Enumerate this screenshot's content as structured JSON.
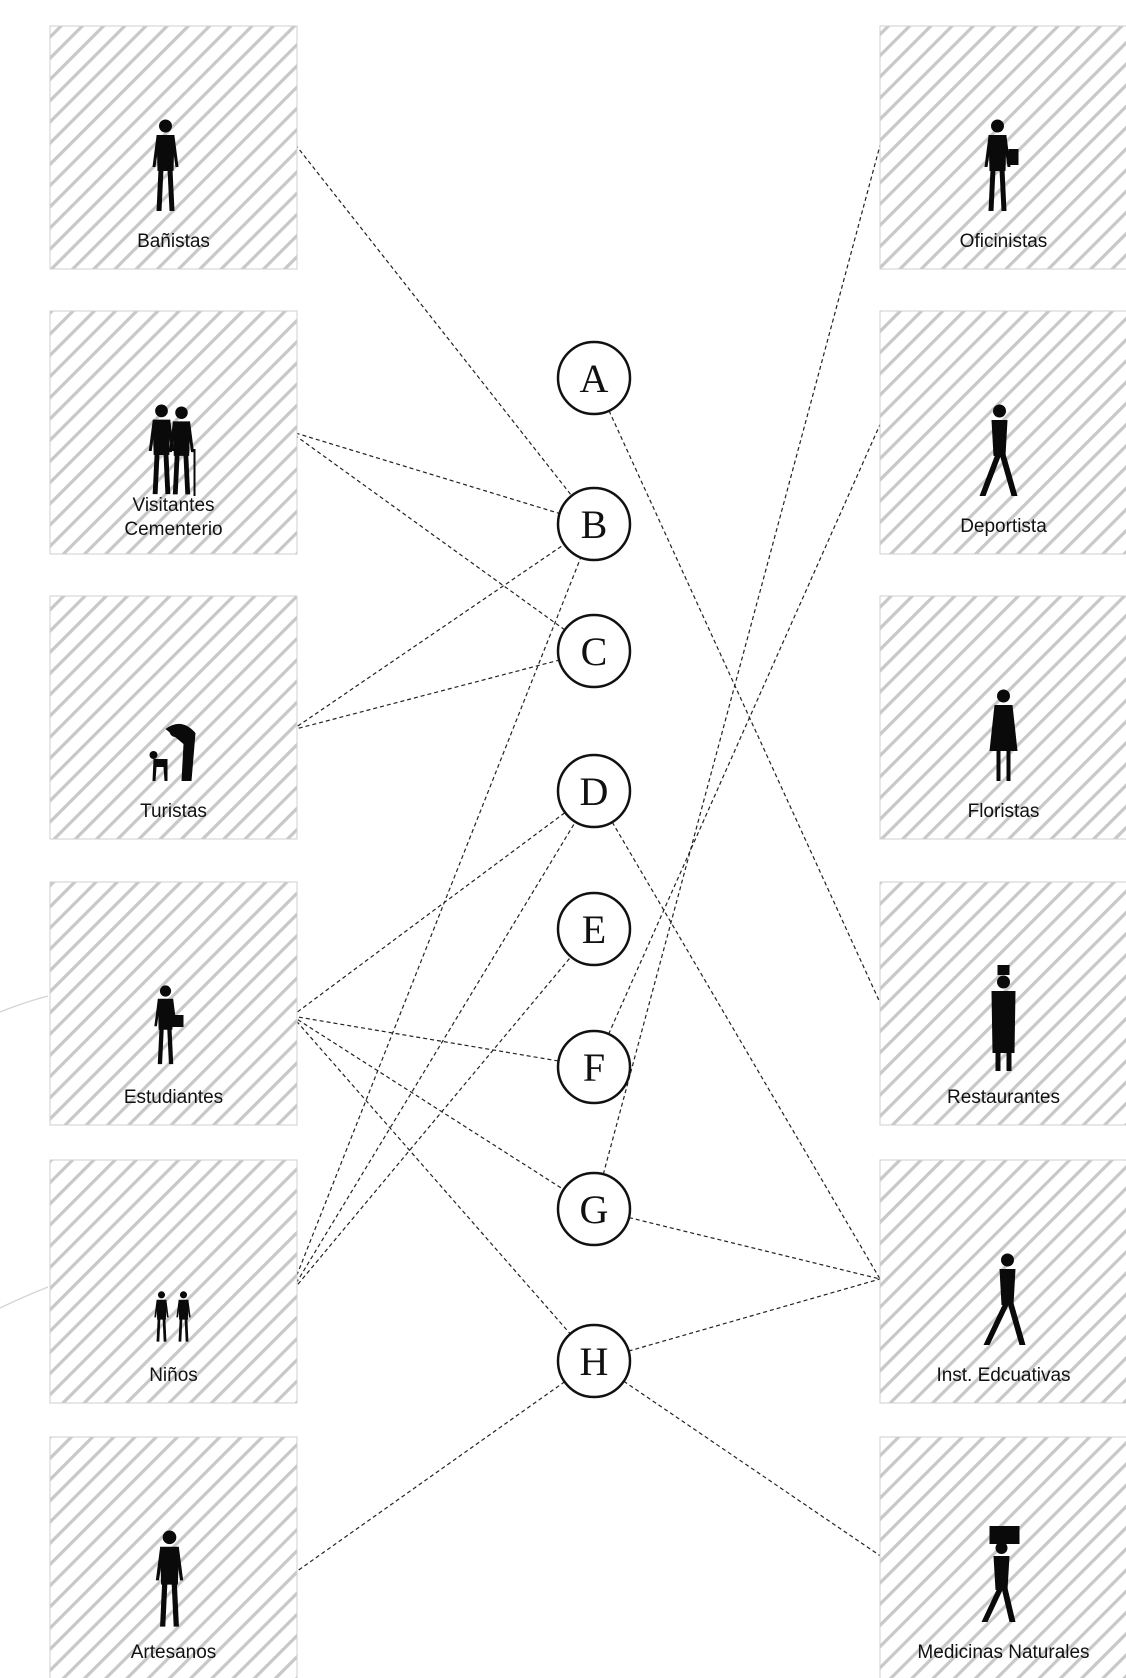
{
  "left_actors": [
    {
      "id": "banistas",
      "label": "Bañistas",
      "figure": "standing-woman-silhouette"
    },
    {
      "id": "visitantes",
      "label": [
        "Visitantes",
        "Cementerio"
      ],
      "figure": "couple-with-cane-silhouette"
    },
    {
      "id": "turistas",
      "label": "Turistas",
      "figure": "person-bending-with-dog-silhouette"
    },
    {
      "id": "estudiantes",
      "label": "Estudiantes",
      "figure": "student-with-bag-silhouette"
    },
    {
      "id": "ninos",
      "label": "Niños",
      "figure": "two-children-silhouette"
    },
    {
      "id": "artesanos",
      "label": "Artesanos",
      "figure": "standing-man-silhouette"
    }
  ],
  "right_actors": [
    {
      "id": "oficinistas",
      "label": "Oficinistas",
      "figure": "woman-with-handbag-silhouette"
    },
    {
      "id": "deportista",
      "label": "Deportista",
      "figure": "walking-woman-silhouette"
    },
    {
      "id": "floristas",
      "label": "Floristas",
      "figure": "woman-in-dress-silhouette"
    },
    {
      "id": "restaurantes",
      "label": "Restaurantes",
      "figure": "chef-silhouette"
    },
    {
      "id": "inst_educativas",
      "label": "Inst. Edcuativas",
      "figure": "walking-man-silhouette"
    },
    {
      "id": "medicinas",
      "label": "Medicinas Naturales",
      "figure": "person-carrying-load-silhouette"
    }
  ],
  "nodes": [
    "A",
    "B",
    "C",
    "D",
    "E",
    "F",
    "G",
    "H"
  ],
  "connections": [
    [
      "banistas",
      "B"
    ],
    [
      "visitantes",
      "B"
    ],
    [
      "visitantes",
      "C"
    ],
    [
      "turistas",
      "B"
    ],
    [
      "turistas",
      "C"
    ],
    [
      "estudiantes",
      "D"
    ],
    [
      "estudiantes",
      "F"
    ],
    [
      "estudiantes",
      "G"
    ],
    [
      "estudiantes",
      "H"
    ],
    [
      "ninos",
      "B"
    ],
    [
      "ninos",
      "D"
    ],
    [
      "ninos",
      "E"
    ],
    [
      "artesanos",
      "H"
    ],
    [
      "A",
      "restaurantes"
    ],
    [
      "F",
      "deportista"
    ],
    [
      "G",
      "oficinistas"
    ],
    [
      "G",
      "inst_educativas"
    ],
    [
      "D",
      "inst_educativas"
    ],
    [
      "H",
      "inst_educativas"
    ],
    [
      "H",
      "medicinas"
    ]
  ],
  "colors": {
    "hatch_stripe": "#c8c8c8",
    "box_border": "#cfcfcf",
    "line": "#222222",
    "figure": "#0a0a0a",
    "node_stroke": "#111111"
  }
}
